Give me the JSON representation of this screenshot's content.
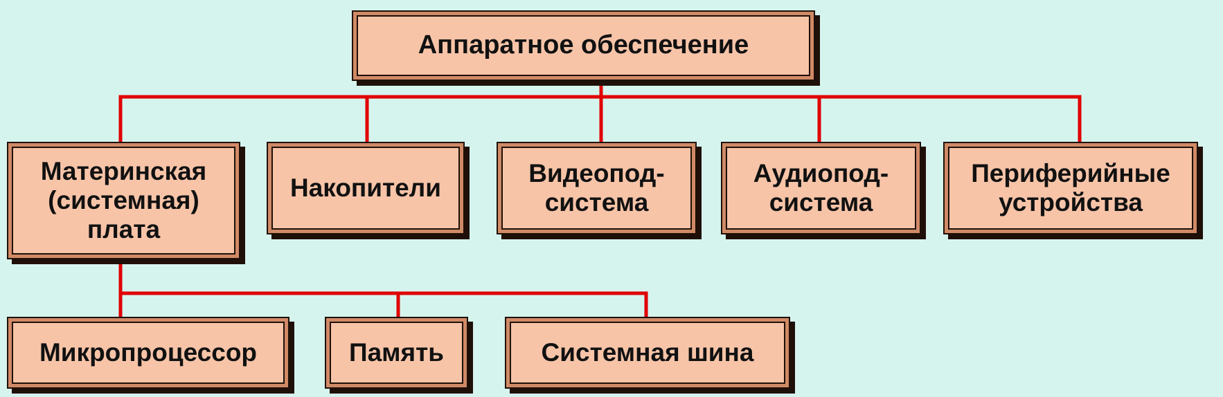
{
  "diagram": {
    "background_color": "#d6f4ee",
    "box_fill_color": "#f7c4a8",
    "box_border_color": "#d08a66",
    "connector_color": "#e00000",
    "root": {
      "label": "Аппаратное   обеспечение"
    },
    "level1": [
      {
        "id": "motherboard",
        "label": "Материнская\n(системная)\nплата"
      },
      {
        "id": "storage",
        "label": "Накопители"
      },
      {
        "id": "video",
        "label": "Видеопод-\nсистема"
      },
      {
        "id": "audio",
        "label": "Аудиопод-\nсистема"
      },
      {
        "id": "peripherals",
        "label": "Периферийные\nустройства"
      }
    ],
    "level2": [
      {
        "id": "cpu",
        "label": "Микропроцессор"
      },
      {
        "id": "memory",
        "label": "Память"
      },
      {
        "id": "bus",
        "label": "Системная шина"
      }
    ]
  }
}
